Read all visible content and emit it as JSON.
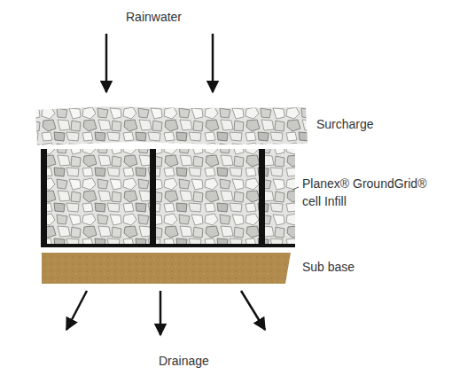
{
  "diagram": {
    "labels": [
      "Rainwater",
      "Surcharge",
      "Planex® GroundGrid® cell Infill",
      "Sub base",
      "Drainage"
    ]
  }
}
